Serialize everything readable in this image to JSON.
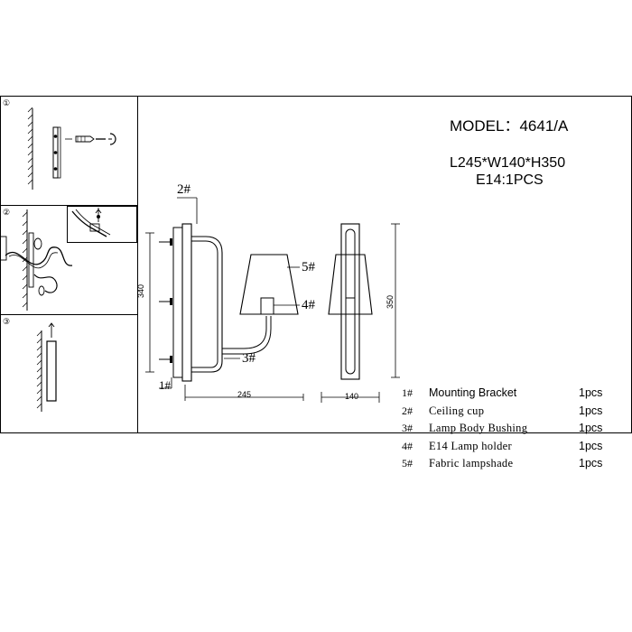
{
  "header": {
    "model": "MODEL：4641/A",
    "dimensions": "L245*W140*H350",
    "bulb": "E14:1PCS"
  },
  "callouts": {
    "c2": "2#",
    "c3": "3#",
    "c4": "4#",
    "c5": "5#",
    "c1": "1#"
  },
  "dimension_labels": {
    "height_side": "340",
    "length": "245",
    "width": "140",
    "height_front": "350"
  },
  "step_markers": [
    "①",
    "②",
    "③"
  ],
  "parts": [
    {
      "num": "1#",
      "name": "Mounting Bracket",
      "qty": "1pcs"
    },
    {
      "num": "2#",
      "name": "Ceiling cup",
      "qty": "1pcs"
    },
    {
      "num": "3#",
      "name": "Lamp Body Bushing",
      "qty": "1pcs"
    },
    {
      "num": "4#",
      "name": "E14 Lamp holder",
      "qty": "1pcs"
    },
    {
      "num": "5#",
      "name": "Fabric lampshade",
      "qty": "1pcs"
    }
  ]
}
